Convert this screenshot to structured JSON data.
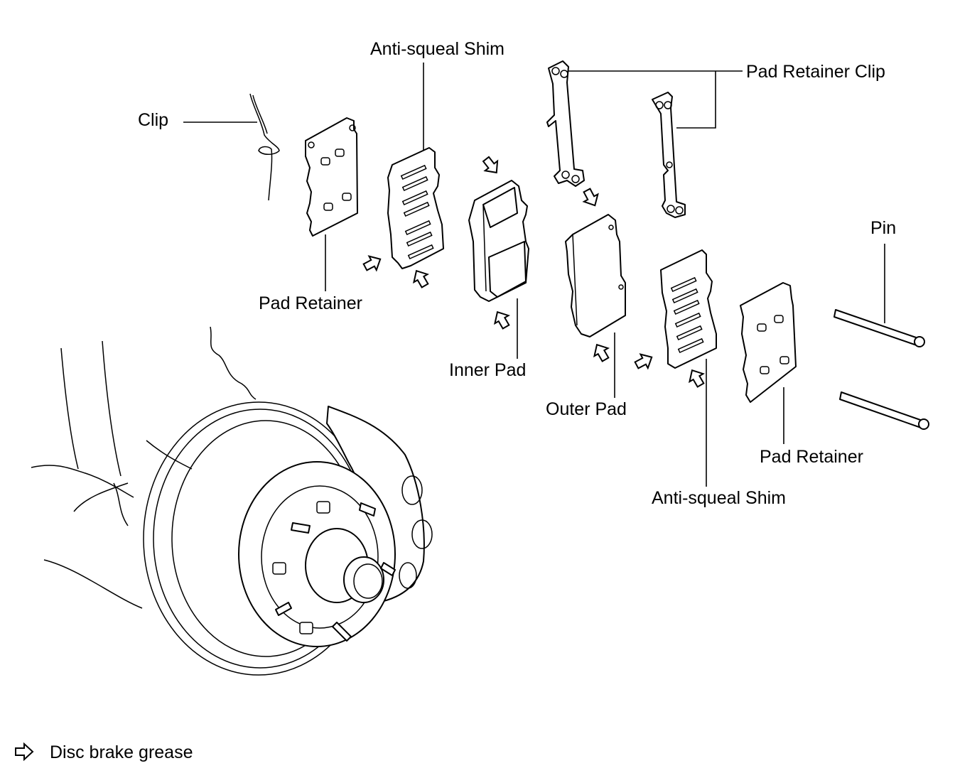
{
  "labels": {
    "clip": "Clip",
    "anti_squeal_shim_top": "Anti-squeal Shim",
    "pad_retainer_clip": "Pad Retainer Clip",
    "pad_retainer_left": "Pad Retainer",
    "inner_pad": "Inner Pad",
    "outer_pad": "Outer Pad",
    "pin": "Pin",
    "pad_retainer_right": "Pad Retainer",
    "anti_squeal_shim_bottom": "Anti-squeal Shim"
  },
  "legend": {
    "symbol": "grease-arrow-icon",
    "text": "Disc brake grease"
  }
}
